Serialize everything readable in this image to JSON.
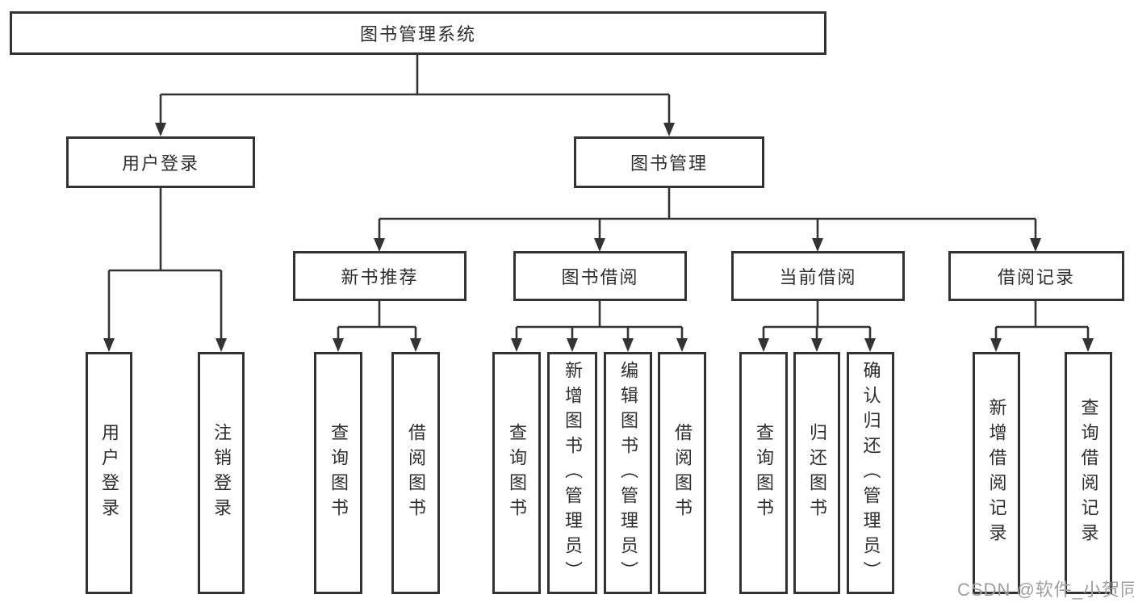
{
  "diagram_title": "图书管理系统",
  "colors": {
    "line": "#333333",
    "box_border": "#333333",
    "text": "#2e2e2e",
    "background": "#ffffff",
    "watermark": "#9e9e9e"
  },
  "tree": {
    "root": {
      "label": "图书管理系统"
    },
    "branches": [
      {
        "label": "用户登录",
        "children": [
          {
            "label": "用户登录"
          },
          {
            "label": "注销登录"
          }
        ]
      },
      {
        "label": "图书管理",
        "children": [
          {
            "label": "新书推荐",
            "children": [
              {
                "label": "查询图书"
              },
              {
                "label": "借阅图书"
              }
            ]
          },
          {
            "label": "图书借阅",
            "children": [
              {
                "label": "查询图书"
              },
              {
                "label": "新增图书（管理员）"
              },
              {
                "label": "编辑图书（管理员）"
              },
              {
                "label": "借阅图书"
              }
            ]
          },
          {
            "label": "当前借阅",
            "children": [
              {
                "label": "查询图书"
              },
              {
                "label": "归还图书"
              },
              {
                "label": "确认归还（管理员）"
              }
            ]
          },
          {
            "label": "借阅记录",
            "children": [
              {
                "label": "新增借阅记录"
              },
              {
                "label": "查询借阅记录"
              }
            ]
          }
        ]
      }
    ]
  },
  "watermark": {
    "text": "CSDN @软件_小贺同学"
  }
}
